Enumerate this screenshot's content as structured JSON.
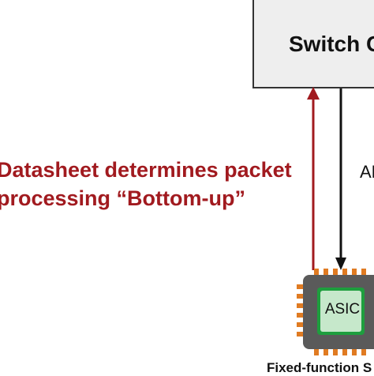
{
  "diagram": {
    "switch_label": "Switch C",
    "red_text_line1": "Datasheet determines packet",
    "red_text_line2": "processing “Bottom-up”",
    "api_label": "AF",
    "chip_label": "ASIC",
    "caption": "Fixed-function S"
  },
  "colors": {
    "red_arrow": "#a11a1f",
    "black_arrow": "#111111",
    "chip_body": "#5a5a5a",
    "chip_core": "#1e9e3e",
    "chip_pins": "#e07b22",
    "switch_fill": "#eeeeee"
  }
}
